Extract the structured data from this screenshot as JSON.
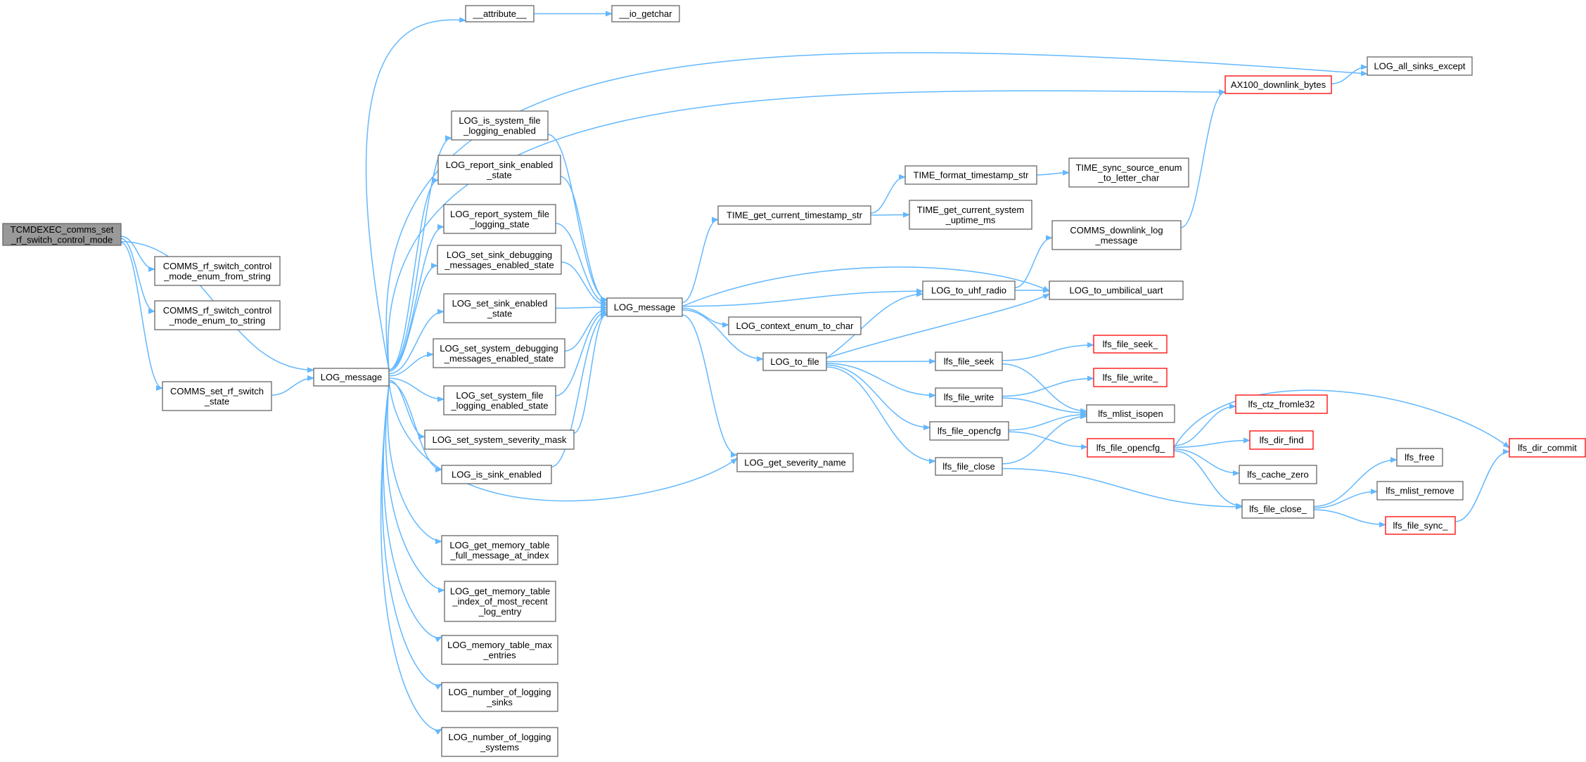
{
  "graph": {
    "root_id": "root",
    "colors": {
      "edge": "#63b8ff",
      "node_border": "#666666",
      "node_fill": "#ffffff",
      "root_fill": "#999999",
      "truncated_border": "#ff0000"
    },
    "nodes": [
      {
        "id": "root",
        "lines": [
          "TCMDEXEC_comms_set",
          "_rf_switch_control_mode"
        ],
        "kind": "root"
      },
      {
        "id": "from_string",
        "lines": [
          "COMMS_rf_switch_control",
          "_mode_enum_from_string"
        ]
      },
      {
        "id": "to_string",
        "lines": [
          "COMMS_rf_switch_control",
          "_mode_enum_to_string"
        ]
      },
      {
        "id": "set_state",
        "lines": [
          "COMMS_set_rf_switch",
          "_state"
        ]
      },
      {
        "id": "logmsg1",
        "lines": [
          "LOG_message"
        ]
      },
      {
        "id": "attribute",
        "lines": [
          "__attribute__"
        ]
      },
      {
        "id": "io_getchar",
        "lines": [
          "__io_getchar"
        ]
      },
      {
        "id": "all_sinks_except",
        "lines": [
          "LOG_all_sinks_except"
        ]
      },
      {
        "id": "ax100",
        "lines": [
          "AX100_downlink_bytes"
        ],
        "kind": "truncated"
      },
      {
        "id": "is_sys_file",
        "lines": [
          "LOG_is_system_file",
          "_logging_enabled"
        ]
      },
      {
        "id": "rep_sink",
        "lines": [
          "LOG_report_sink_enabled",
          "_state"
        ]
      },
      {
        "id": "rep_sys_file",
        "lines": [
          "LOG_report_system_file",
          "_logging_state"
        ]
      },
      {
        "id": "set_sink_dbg",
        "lines": [
          "LOG_set_sink_debugging",
          "_messages_enabled_state"
        ]
      },
      {
        "id": "set_sink_en",
        "lines": [
          "LOG_set_sink_enabled",
          "_state"
        ]
      },
      {
        "id": "set_sys_dbg",
        "lines": [
          "LOG_set_system_debugging",
          "_messages_enabled_state"
        ]
      },
      {
        "id": "set_sys_file",
        "lines": [
          "LOG_set_system_file",
          "_logging_enabled_state"
        ]
      },
      {
        "id": "set_sev_mask",
        "lines": [
          "LOG_set_system_severity_mask"
        ]
      },
      {
        "id": "is_sink_en",
        "lines": [
          "LOG_is_sink_enabled"
        ]
      },
      {
        "id": "mem_full",
        "lines": [
          "LOG_get_memory_table",
          "_full_message_at_index"
        ]
      },
      {
        "id": "mem_idx",
        "lines": [
          "LOG_get_memory_table",
          "_index_of_most_recent",
          "_log_entry"
        ]
      },
      {
        "id": "mem_max",
        "lines": [
          "LOG_memory_table_max",
          "_entries"
        ]
      },
      {
        "id": "num_sinks",
        "lines": [
          "LOG_number_of_logging",
          "_sinks"
        ]
      },
      {
        "id": "num_systems",
        "lines": [
          "LOG_number_of_logging",
          "_systems"
        ]
      },
      {
        "id": "logmsg2",
        "lines": [
          "LOG_message"
        ]
      },
      {
        "id": "get_ts_str",
        "lines": [
          "TIME_get_current_timestamp_str"
        ]
      },
      {
        "id": "fmt_ts",
        "lines": [
          "TIME_format_timestamp_str"
        ]
      },
      {
        "id": "sync_src",
        "lines": [
          "TIME_sync_source_enum",
          "_to_letter_char"
        ]
      },
      {
        "id": "uptime",
        "lines": [
          "TIME_get_current_system",
          "_uptime_ms"
        ]
      },
      {
        "id": "ctx_enum",
        "lines": [
          "LOG_context_enum_to_char"
        ]
      },
      {
        "id": "to_file",
        "lines": [
          "LOG_to_file"
        ]
      },
      {
        "id": "sev_name",
        "lines": [
          "LOG_get_severity_name"
        ]
      },
      {
        "id": "uhf",
        "lines": [
          "LOG_to_uhf_radio"
        ]
      },
      {
        "id": "umb",
        "lines": [
          "LOG_to_umbilical_uart"
        ]
      },
      {
        "id": "comms_dl_log",
        "lines": [
          "COMMS_downlink_log",
          "_message"
        ]
      },
      {
        "id": "file_seek",
        "lines": [
          "lfs_file_seek"
        ]
      },
      {
        "id": "file_write",
        "lines": [
          "lfs_file_write"
        ]
      },
      {
        "id": "file_opencfg",
        "lines": [
          "lfs_file_opencfg"
        ]
      },
      {
        "id": "file_close",
        "lines": [
          "lfs_file_close"
        ]
      },
      {
        "id": "file_seek_",
        "lines": [
          "lfs_file_seek_"
        ],
        "kind": "truncated"
      },
      {
        "id": "file_write_",
        "lines": [
          "lfs_file_write_"
        ],
        "kind": "truncated"
      },
      {
        "id": "mlist_isopen",
        "lines": [
          "lfs_mlist_isopen"
        ]
      },
      {
        "id": "file_opencfg_",
        "lines": [
          "lfs_file_opencfg_"
        ],
        "kind": "truncated"
      },
      {
        "id": "ctz",
        "lines": [
          "lfs_ctz_fromle32"
        ],
        "kind": "truncated"
      },
      {
        "id": "dir_find",
        "lines": [
          "lfs_dir_find"
        ],
        "kind": "truncated"
      },
      {
        "id": "cache_zero",
        "lines": [
          "lfs_cache_zero"
        ]
      },
      {
        "id": "file_close_",
        "lines": [
          "lfs_file_close_"
        ]
      },
      {
        "id": "lfs_free",
        "lines": [
          "lfs_free"
        ]
      },
      {
        "id": "mlist_remove",
        "lines": [
          "lfs_mlist_remove"
        ]
      },
      {
        "id": "file_sync_",
        "lines": [
          "lfs_file_sync_"
        ],
        "kind": "truncated"
      },
      {
        "id": "dir_commit",
        "lines": [
          "lfs_dir_commit"
        ],
        "kind": "truncated"
      }
    ],
    "edges": [
      [
        "root",
        "from_string"
      ],
      [
        "root",
        "to_string"
      ],
      [
        "root",
        "set_state"
      ],
      [
        "root",
        "logmsg1"
      ],
      [
        "set_state",
        "logmsg1"
      ],
      [
        "logmsg1",
        "attribute"
      ],
      [
        "logmsg1",
        "all_sinks_except"
      ],
      [
        "logmsg1",
        "ax100"
      ],
      [
        "logmsg1",
        "is_sys_file"
      ],
      [
        "logmsg1",
        "rep_sink"
      ],
      [
        "logmsg1",
        "rep_sys_file"
      ],
      [
        "logmsg1",
        "set_sink_dbg"
      ],
      [
        "logmsg1",
        "set_sink_en"
      ],
      [
        "logmsg1",
        "set_sys_dbg"
      ],
      [
        "logmsg1",
        "set_sys_file"
      ],
      [
        "logmsg1",
        "set_sev_mask"
      ],
      [
        "logmsg1",
        "is_sink_en"
      ],
      [
        "logmsg1",
        "sev_name"
      ],
      [
        "logmsg1",
        "mem_full"
      ],
      [
        "logmsg1",
        "mem_idx"
      ],
      [
        "logmsg1",
        "mem_max"
      ],
      [
        "logmsg1",
        "num_sinks"
      ],
      [
        "logmsg1",
        "num_systems"
      ],
      [
        "attribute",
        "io_getchar"
      ],
      [
        "ax100",
        "all_sinks_except"
      ],
      [
        "is_sys_file",
        "logmsg2"
      ],
      [
        "rep_sink",
        "logmsg2"
      ],
      [
        "rep_sys_file",
        "logmsg2"
      ],
      [
        "set_sink_dbg",
        "logmsg2"
      ],
      [
        "set_sink_en",
        "logmsg2"
      ],
      [
        "set_sys_dbg",
        "logmsg2"
      ],
      [
        "set_sys_file",
        "logmsg2"
      ],
      [
        "set_sev_mask",
        "logmsg2"
      ],
      [
        "is_sink_en",
        "logmsg2"
      ],
      [
        "logmsg2",
        "get_ts_str"
      ],
      [
        "logmsg2",
        "umb"
      ],
      [
        "logmsg2",
        "uhf"
      ],
      [
        "logmsg2",
        "ctx_enum"
      ],
      [
        "logmsg2",
        "to_file"
      ],
      [
        "logmsg2",
        "sev_name"
      ],
      [
        "get_ts_str",
        "fmt_ts"
      ],
      [
        "get_ts_str",
        "uptime"
      ],
      [
        "fmt_ts",
        "sync_src"
      ],
      [
        "uhf",
        "comms_dl_log"
      ],
      [
        "uhf",
        "umb"
      ],
      [
        "comms_dl_log",
        "ax100"
      ],
      [
        "to_file",
        "uhf"
      ],
      [
        "to_file",
        "umb"
      ],
      [
        "to_file",
        "file_seek"
      ],
      [
        "to_file",
        "file_write"
      ],
      [
        "to_file",
        "file_opencfg"
      ],
      [
        "to_file",
        "file_close"
      ],
      [
        "file_seek",
        "file_seek_"
      ],
      [
        "file_seek",
        "mlist_isopen"
      ],
      [
        "file_write",
        "file_write_"
      ],
      [
        "file_write",
        "mlist_isopen"
      ],
      [
        "file_opencfg",
        "mlist_isopen"
      ],
      [
        "file_opencfg",
        "file_opencfg_"
      ],
      [
        "file_close",
        "mlist_isopen"
      ],
      [
        "file_close",
        "file_close_"
      ],
      [
        "file_opencfg_",
        "dir_commit"
      ],
      [
        "file_opencfg_",
        "ctz"
      ],
      [
        "file_opencfg_",
        "dir_find"
      ],
      [
        "file_opencfg_",
        "cache_zero"
      ],
      [
        "file_opencfg_",
        "file_close_"
      ],
      [
        "file_close_",
        "lfs_free"
      ],
      [
        "file_close_",
        "mlist_remove"
      ],
      [
        "file_close_",
        "file_sync_"
      ],
      [
        "file_sync_",
        "dir_commit"
      ]
    ]
  }
}
